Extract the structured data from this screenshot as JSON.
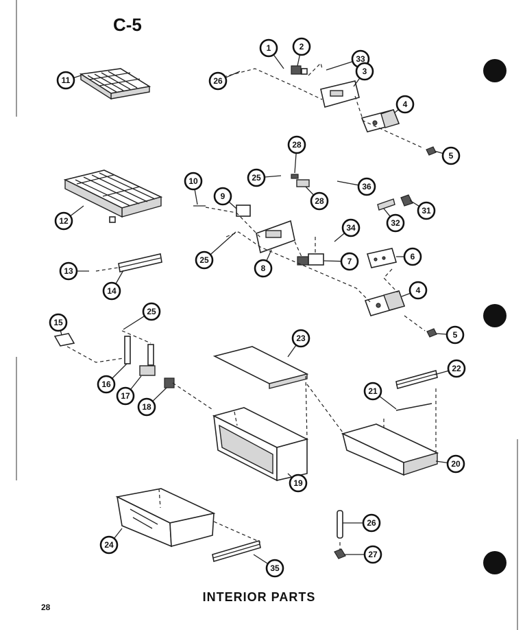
{
  "header": {
    "code": "C-5"
  },
  "footer": {
    "caption": "INTERIOR PARTS",
    "page_number": "28"
  },
  "callouts": [
    "1",
    "2",
    "33",
    "26",
    "3",
    "4",
    "5",
    "28",
    "25",
    "36",
    "28",
    "11",
    "12",
    "10",
    "9",
    "31",
    "32",
    "34",
    "7",
    "6",
    "25",
    "8",
    "4",
    "5",
    "13",
    "14",
    "25",
    "15",
    "16",
    "17",
    "18",
    "23",
    "22",
    "21",
    "19",
    "20",
    "24",
    "35",
    "26",
    "27"
  ],
  "icons": {
    "punch_hole": "punch-hole-icon"
  }
}
